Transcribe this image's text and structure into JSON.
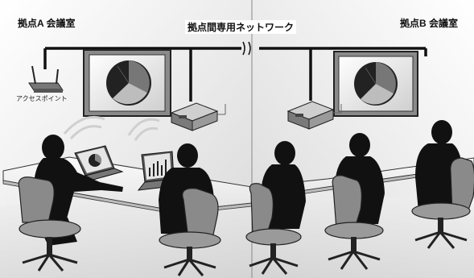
{
  "labels": {
    "room_a": "拠点A 会議室",
    "room_b": "拠点B 会議室",
    "network": "拠点間専用ネットワーク",
    "access_point": "アクセスポイント"
  }
}
